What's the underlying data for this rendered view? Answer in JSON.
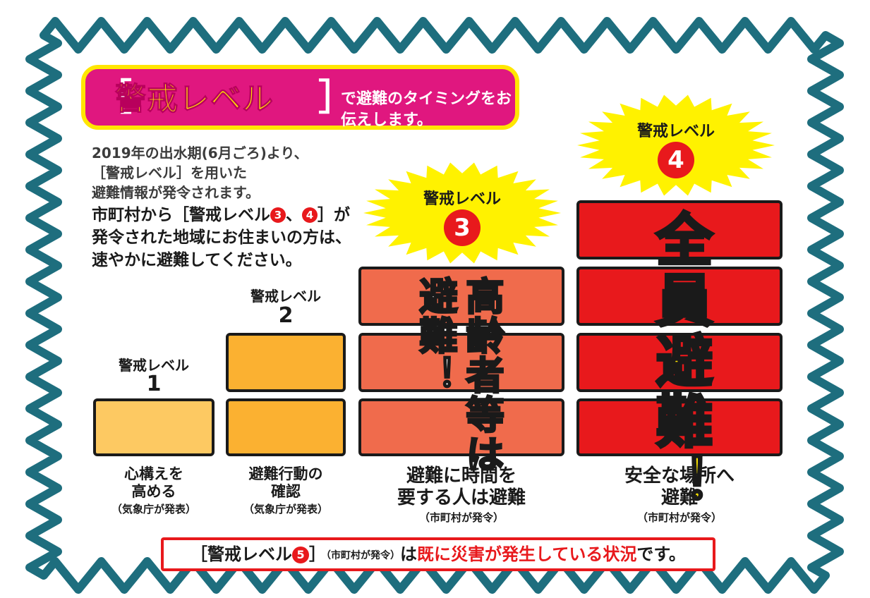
{
  "banner": {
    "bracket_open": "［",
    "keyword": "警戒レベル",
    "bracket_close": "］",
    "rest": "で避難のタイミングをお伝えします。"
  },
  "intro": {
    "line1": "2019年の出水期(6月ごろ)より、",
    "line2": "［警戒レベル］を用いた",
    "line3": "避難情報が発令されます。",
    "line4_a": "市町村から［警戒レベル",
    "line4_n3": "3",
    "line4_sep": "、",
    "line4_n4": "4",
    "line4_b": "］が",
    "line5": "発令された地域にお住まいの方は、",
    "line6": "速やかに避難してください。"
  },
  "levels": [
    {
      "title": "警戒レベル",
      "number": "1",
      "caption_main": "心構えを\n高める",
      "caption_sub": "（気象庁が発表）",
      "blocks": 1
    },
    {
      "title": "警戒レベル",
      "number": "2",
      "caption_main": "避難行動の\n確認",
      "caption_sub": "（気象庁が発表）",
      "blocks": 2
    },
    {
      "title": "警戒レベル",
      "number": "3",
      "caption_main": "避難に時間を\n要する人は避難",
      "caption_sub": "（市町村が発令）",
      "blocks": 3,
      "slogan_a": "高齢者等は",
      "slogan_b": "避難！"
    },
    {
      "title": "警戒レベル",
      "number": "4",
      "caption_main": "安全な場所へ\n避難",
      "caption_sub": "（市町村が発令）",
      "blocks": 4,
      "slogan": "全員避難！"
    }
  ],
  "note": {
    "part1": "［警戒レベル",
    "num": "5",
    "part2": "］",
    "small": "（市町村が発令）",
    "part3": "は",
    "red": "既に災害が発生している状況",
    "part4": "です。"
  },
  "colors": {
    "frame": "#1e6e7e",
    "banner": "#e0177f",
    "banner_border": "#ffe600",
    "level1": "#fdc962",
    "level2": "#fbb131",
    "level3": "#f06b4c",
    "level4": "#e8191c",
    "burst": "#fff200"
  }
}
